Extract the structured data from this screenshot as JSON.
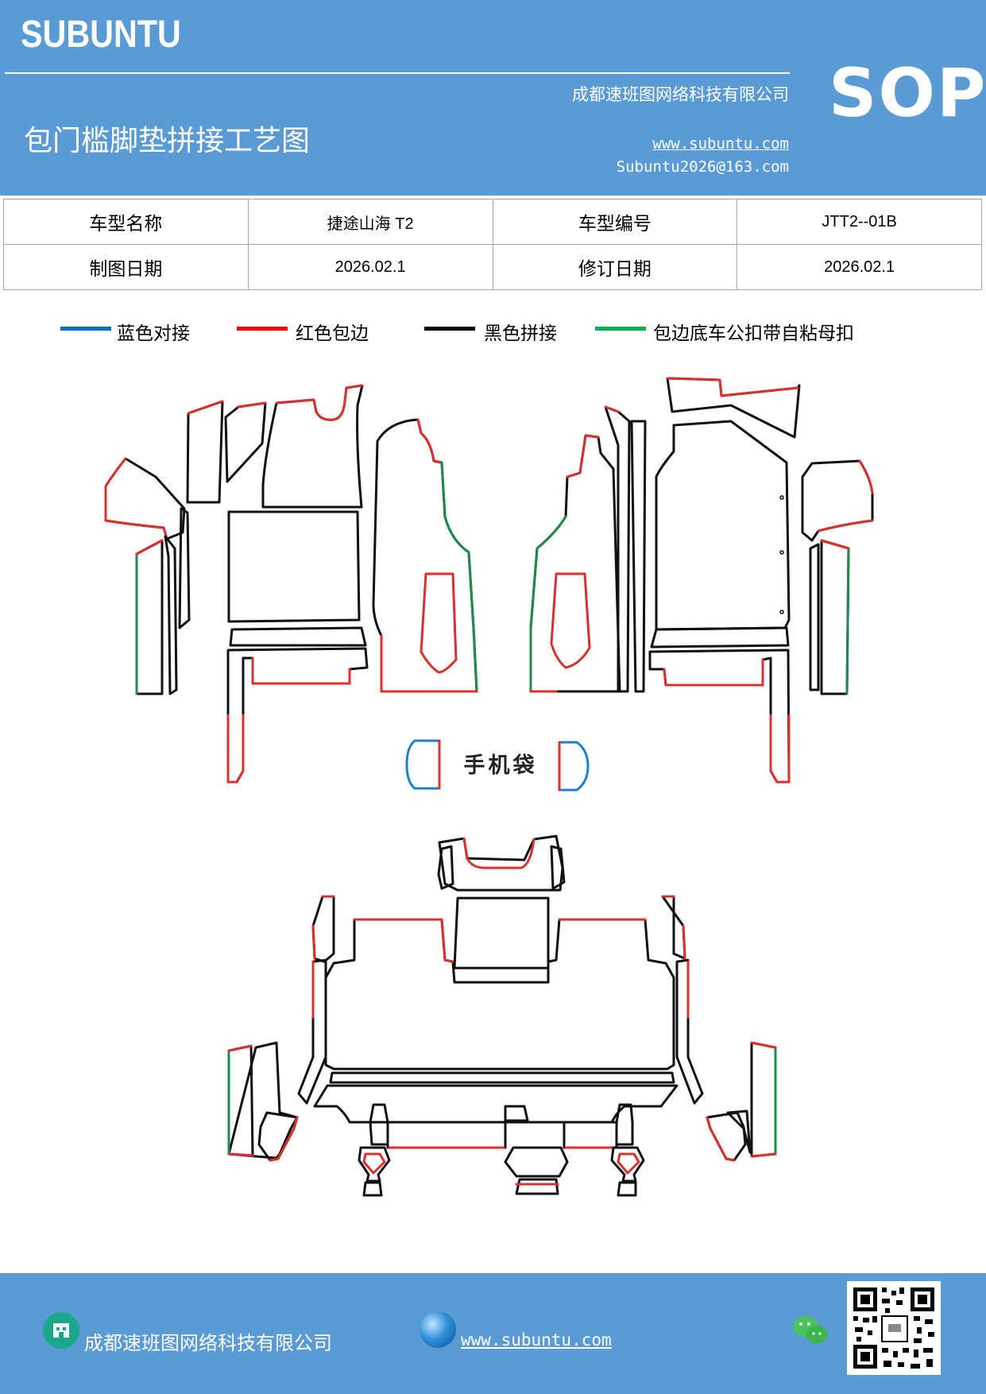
{
  "header": {
    "brand": "SUBUNTU",
    "company": "成都速班图网络科技有限公司",
    "title": "包门槛脚垫拼接工艺图",
    "website": "www.subuntu.com",
    "email": "Subuntu2026@163.com",
    "badge": "SOP"
  },
  "info_table": {
    "model_name_label": "车型名称",
    "model_name_value": "捷途山海 T2",
    "model_code_label": "车型编号",
    "model_code_value": "JTT2--01B",
    "draw_date_label": "制图日期",
    "draw_date_value": "2026.02.1",
    "revise_date_label": "修订日期",
    "revise_date_value": "2026.02.1"
  },
  "legend": [
    {
      "label": "蓝色对接",
      "color": "#0070c0"
    },
    {
      "label": "红色包边",
      "color": "#ff0000"
    },
    {
      "label": "黑色拼接",
      "color": "#000000"
    },
    {
      "label": "包边底车公扣带自粘母扣",
      "color": "#00b050"
    }
  ],
  "drawing": {
    "phone_pocket_label": "手机袋",
    "colors": {
      "black": "#111111",
      "red": "#d93030",
      "green": "#1f8a4c",
      "blue": "#1e7fd0"
    }
  },
  "footer": {
    "company": "成都速班图网络科技有限公司",
    "website": "www.subuntu.com"
  }
}
